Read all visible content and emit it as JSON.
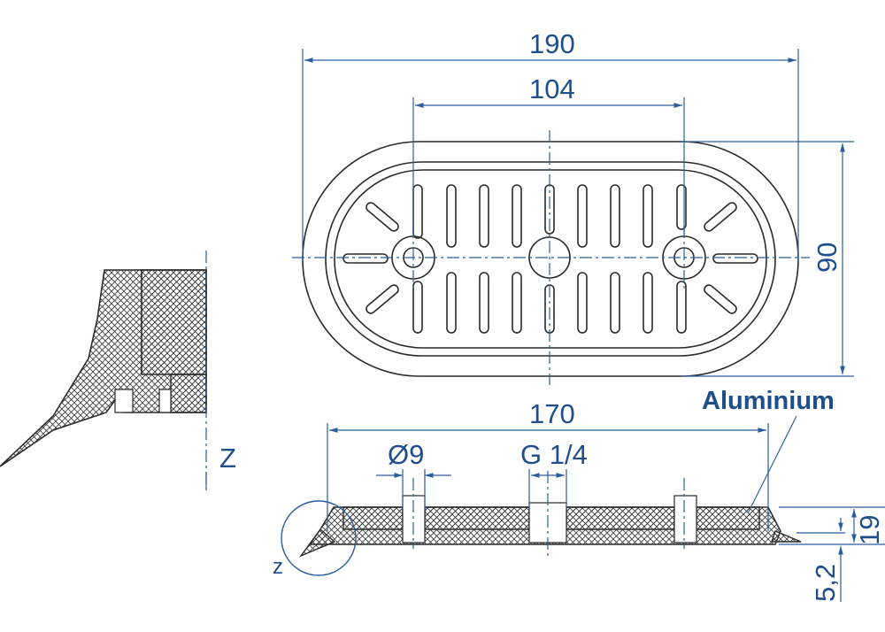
{
  "colors": {
    "dimension": "#1f4e8c",
    "outline": "#2a2a2a"
  },
  "dimensions": {
    "overall_length": "190",
    "hole_spacing": "104",
    "width": "90",
    "base_length": "170",
    "hole_diameter": "Ø9",
    "thread": "G 1/4",
    "height": "19",
    "lip_height": "5,2"
  },
  "labels": {
    "material": "Aluminium",
    "detail_ref": "Z",
    "detail_circle_ref": "z"
  }
}
